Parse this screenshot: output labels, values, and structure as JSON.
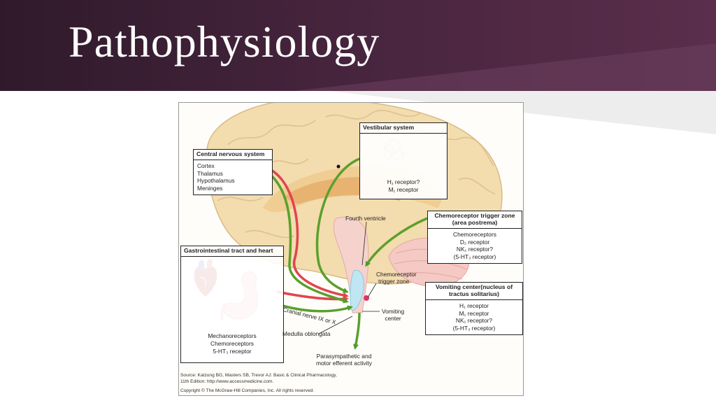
{
  "slide": {
    "title": "Pathophysiology"
  },
  "figure": {
    "cns": {
      "heading": "Central nervous system",
      "items": [
        "Cortex",
        "Thalamus",
        "Hypothalamus",
        "Meninges"
      ]
    },
    "vestibular": {
      "heading": "Vestibular system",
      "receptor1": "H₁ receptor?",
      "receptor2": "M₁ receptor"
    },
    "ctz_box": {
      "heading_line1": "Chemoreceptor trigger zone",
      "heading_line2": "(area postrema)",
      "items": [
        "Chemoreceptors",
        "D₂ receptor",
        "NK₁ receptor?",
        "(5-HT₃ receptor)"
      ]
    },
    "gi": {
      "heading": "Gastrointestinal tract and heart",
      "items": [
        "Mechanoreceptors",
        "Chemoreceptors",
        "5-HT₃ receptor"
      ]
    },
    "vomiting_box": {
      "heading_line1": "Vomiting center(nucleus of",
      "heading_line2": "tractus solitarius)",
      "items": [
        "H₁ receptor",
        "M₁ receptor",
        "NK₁ receptor?",
        "(5-HT₃ receptor)"
      ]
    },
    "labels": {
      "fourth_ventricle": "Fourth ventricle",
      "ctz_line1": "Chemoreceptor",
      "ctz_line2": "trigger zone",
      "vomiting_line1": "Vomiting",
      "vomiting_line2": "center",
      "cranial_nerve": "Cranial nerve IX or X",
      "medulla": "Medulla oblongata",
      "efferent_line1": "Parasympathetic and",
      "efferent_line2": "motor efferent activity"
    },
    "source_line1": "Source: Katzung BG, Masters SB, Trevor AJ: Basic & Clinical Pharmacology,",
    "source_line2": "11th Edition: http://www.accessmedicine.com.",
    "copyright": "Copyright © The McGraw-Hill Companies, Inc. All rights reserved."
  },
  "colors": {
    "banner": "#4a2640",
    "green_arrow": "#5aa02c",
    "red_arrow": "#e0454f",
    "brain": "#f3dcae"
  }
}
